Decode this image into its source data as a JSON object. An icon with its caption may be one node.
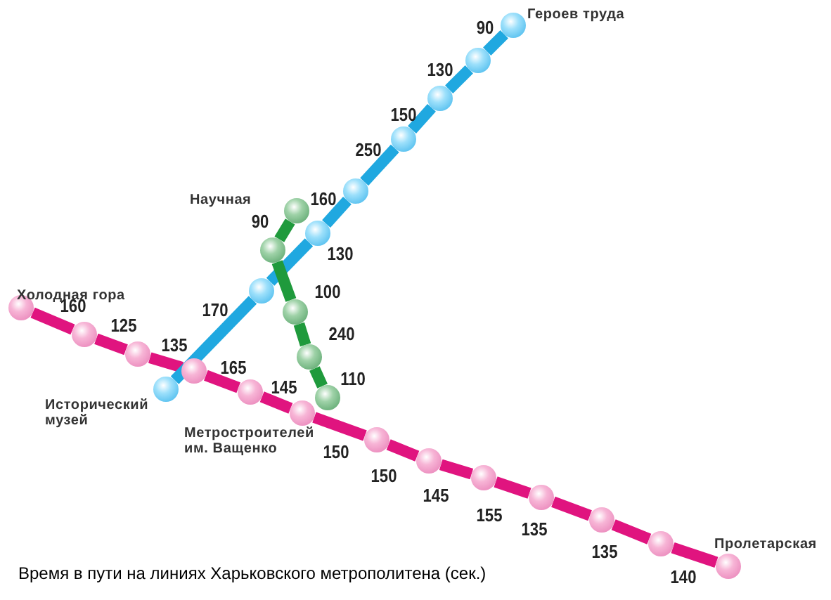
{
  "diagram": {
    "caption": "Время в пути на линиях Харьковского метрополитена (сек.)",
    "nodes": [
      {
        "text": [
          "Холодная гора"
        ]
      },
      {
        "text": [],
        "shape": "circle"
      },
      {
        "text": [],
        "shape": "circle"
      },
      {
        "text": [],
        "shape": "circle"
      },
      {
        "text": [],
        "shape": "circle"
      },
      {
        "text": [],
        "shape": "circle"
      },
      {
        "text": [],
        "shape": "circle"
      },
      {
        "text": [],
        "shape": "circle"
      },
      {
        "text": [],
        "shape": "circle"
      },
      {
        "text": [],
        "shape": "circle"
      },
      {
        "text": [],
        "shape": "circle"
      },
      {
        "text": [],
        "shape": "circle"
      },
      {
        "text": [
          "Пролетарская"
        ]
      },
      {
        "text": [
          "Исторический музей"
        ]
      },
      {
        "text": [],
        "shape": "circle"
      },
      {
        "text": [],
        "shape": "circle"
      },
      {
        "text": [],
        "shape": "circle"
      },
      {
        "text": [],
        "shape": "circle"
      },
      {
        "text": [],
        "shape": "circle"
      },
      {
        "text": [],
        "shape": "circle"
      },
      {
        "text": [
          "Героев труда"
        ]
      },
      {
        "text": [
          "Научная"
        ]
      },
      {
        "text": [],
        "shape": "circle"
      },
      {
        "text": [],
        "shape": "circle"
      },
      {
        "text": [],
        "shape": "circle"
      },
      {
        "text": [
          "Метростроителей им. Ващенко"
        ]
      }
    ],
    "edges": [
      {
        "from": 0,
        "to": 1,
        "arrow": "none",
        "label": "160"
      },
      {
        "from": 1,
        "to": 2,
        "arrow": "none",
        "label": "125"
      },
      {
        "from": 2,
        "to": 3,
        "arrow": "none",
        "label": "135"
      },
      {
        "from": 3,
        "to": 4,
        "arrow": "none",
        "label": "165"
      },
      {
        "from": 4,
        "to": 5,
        "arrow": "none",
        "label": "145"
      },
      {
        "from": 5,
        "to": 6,
        "arrow": "none",
        "label": "150"
      },
      {
        "from": 6,
        "to": 7,
        "arrow": "none",
        "label": "150"
      },
      {
        "from": 7,
        "to": 8,
        "arrow": "none",
        "label": "145"
      },
      {
        "from": 8,
        "to": 9,
        "arrow": "none",
        "label": "155"
      },
      {
        "from": 9,
        "to": 10,
        "arrow": "none",
        "label": "135"
      },
      {
        "from": 10,
        "to": 11,
        "arrow": "none",
        "label": "135"
      },
      {
        "from": 11,
        "to": 12,
        "arrow": "none",
        "label": "140"
      },
      {
        "from": 13,
        "to": 14,
        "arrow": "none",
        "label": "170",
        "color": "#20a8e0"
      },
      {
        "from": 14,
        "to": 15,
        "arrow": "none",
        "label": "130",
        "color": "#20a8e0"
      },
      {
        "from": 15,
        "to": 16,
        "arrow": "none",
        "label": "160",
        "color": "#20a8e0"
      },
      {
        "from": 16,
        "to": 17,
        "arrow": "none",
        "label": "250",
        "color": "#20a8e0"
      },
      {
        "from": 17,
        "to": 18,
        "arrow": "none",
        "label": "150",
        "color": "#20a8e0"
      },
      {
        "from": 18,
        "to": 19,
        "arrow": "none",
        "label": "130",
        "color": "#20a8e0"
      },
      {
        "from": 19,
        "to": 20,
        "arrow": "none",
        "label": "90",
        "color": "#20a8e0"
      },
      {
        "from": 21,
        "to": 22,
        "arrow": "none",
        "label": "90",
        "color": "#1f9a3c"
      },
      {
        "from": 22,
        "to": 23,
        "arrow": "none",
        "label": "100",
        "color": "#1f9a3c"
      },
      {
        "from": 23,
        "to": 24,
        "arrow": "none",
        "label": "240",
        "color": "#1f9a3c"
      },
      {
        "from": 24,
        "to": 25,
        "arrow": "none",
        "label": "110",
        "color": "#1f9a3c"
      }
    ]
  }
}
